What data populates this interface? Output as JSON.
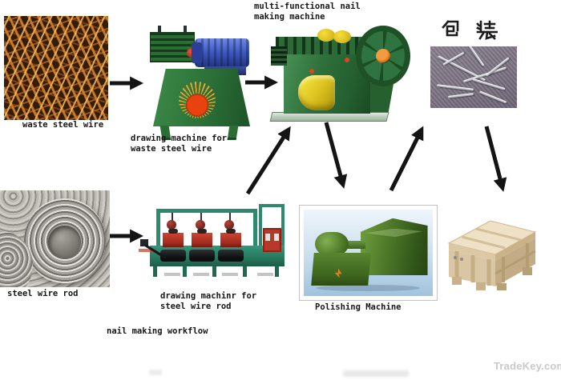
{
  "diagram": {
    "title": "nail making workflow",
    "nodes": {
      "waste_wire": {
        "label": "waste steel wire"
      },
      "drawing_waste": {
        "label": "drawing machine for\nwaste steel wire"
      },
      "nail_machine": {
        "label": "multi-functional nail\nmaking machine"
      },
      "packing": {
        "label": "包 装"
      },
      "wire_rod": {
        "label": "steel wire rod"
      },
      "drawing_rod": {
        "label": "drawing machinr for\nsteel wire rod"
      },
      "polishing": {
        "label": "Polishing Machine"
      }
    },
    "flow": [
      {
        "from": "waste steel wire",
        "to": "drawing machine for waste steel wire"
      },
      {
        "from": "drawing machine for waste steel wire",
        "to": "multi-functional nail making machine"
      },
      {
        "from": "steel wire rod",
        "to": "drawing machinr for steel wire rod"
      },
      {
        "from": "drawing machinr for steel wire rod",
        "to": "multi-functional nail making machine"
      },
      {
        "from": "multi-functional nail making machine",
        "to": "Polishing Machine"
      },
      {
        "from": "Polishing Machine",
        "to": "包装 (nails)"
      },
      {
        "from": "包装 (nails)",
        "to": "packing crate"
      }
    ]
  },
  "watermark": {
    "text": "TradeKey.com"
  },
  "colors": {
    "machine_green": "#2e7a3c",
    "motor_blue": "#3d58bb",
    "teal_frame": "#2d8a6e",
    "accent_red": "#b8392a",
    "arrow_black": "#141414",
    "crate_tan": "#d9c6a4",
    "wire_brown": "#8a5016",
    "steel_gray": "#b5b2ad",
    "watermark_gray": "#c9c9c9"
  }
}
